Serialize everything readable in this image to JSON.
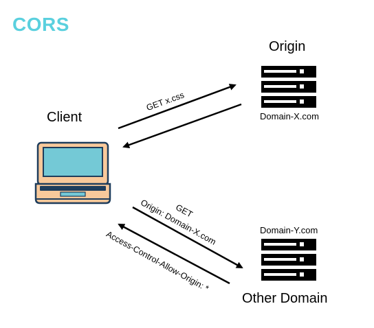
{
  "title": "CORS",
  "client": {
    "label": "Client",
    "icon": "laptop-icon"
  },
  "origin_server": {
    "label": "Origin",
    "domain": "Domain-X.com",
    "icon": "server-icon"
  },
  "other_server": {
    "label": "Other Domain",
    "domain": "Domain-Y.com",
    "icon": "server-icon"
  },
  "arrows": {
    "get_xcss": "GET x.css",
    "get": "GET",
    "origin_header": "Origin: Domain-X.com",
    "acao_header": "Access-Control-Allow-Origin: *"
  },
  "colors": {
    "title": "#5ad0de",
    "laptop_body": "#f8c99b",
    "laptop_screen": "#74c9d6",
    "laptop_outline": "#1e3d5c",
    "server": "#000000"
  }
}
